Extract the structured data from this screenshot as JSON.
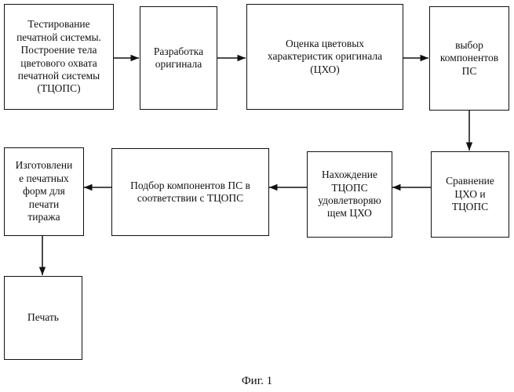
{
  "diagram": {
    "nodes": [
      {
        "id": "testing",
        "label": "Тестирование\nпечатной системы.\nПостроение тела\nцветового охвата\nпечатной системы\n(ТЦОПС)"
      },
      {
        "id": "original_dev",
        "label": "Разработка\nоригинала"
      },
      {
        "id": "color_eval",
        "label": "Оценка цветовых\nхарактеристик оригинала\n(ЦХО)"
      },
      {
        "id": "component_choice",
        "label": "выбор\nкомпонентов\nПС"
      },
      {
        "id": "compare",
        "label": "Сравнение\nЦХО и\nТЦОПС"
      },
      {
        "id": "find_tcops",
        "label": "Нахождение\nТЦОПС\nудовлетворяю\nщем ЦХО"
      },
      {
        "id": "select_components",
        "label": "Подбор компонентов ПС в\nсоответствии с ТЦОПС"
      },
      {
        "id": "make_forms",
        "label": "Изготовлени\nе печатных\nформ для\nпечати\nтиража"
      },
      {
        "id": "print",
        "label": "Печать"
      }
    ],
    "edges": [
      {
        "from": "testing",
        "to": "original_dev"
      },
      {
        "from": "original_dev",
        "to": "color_eval"
      },
      {
        "from": "color_eval",
        "to": "component_choice"
      },
      {
        "from": "component_choice",
        "to": "compare"
      },
      {
        "from": "compare",
        "to": "find_tcops"
      },
      {
        "from": "find_tcops",
        "to": "select_components"
      },
      {
        "from": "select_components",
        "to": "make_forms"
      },
      {
        "from": "make_forms",
        "to": "print"
      }
    ],
    "caption": "Фиг. 1"
  }
}
